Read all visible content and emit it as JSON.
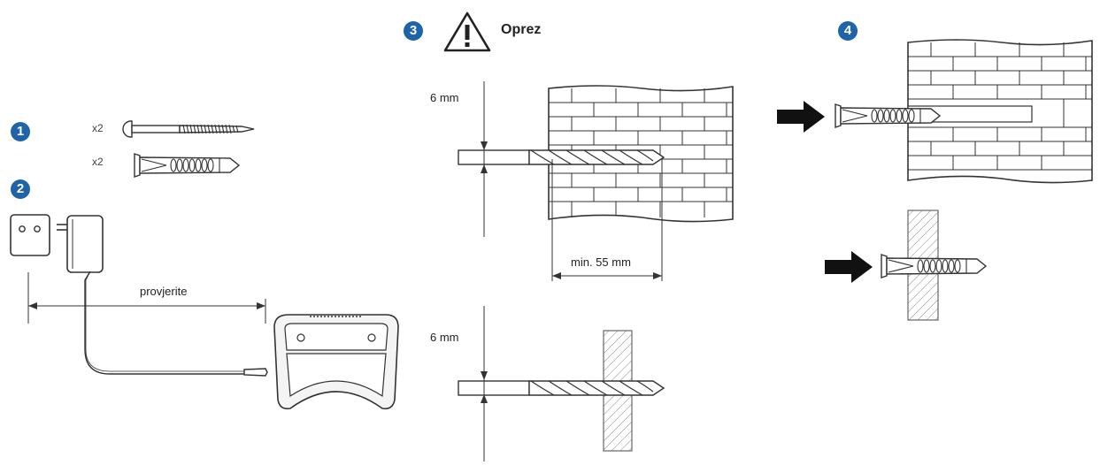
{
  "steps": {
    "s1": "1",
    "s2": "2",
    "s3": "3",
    "s4": "4"
  },
  "parts": {
    "screw_qty": "x2",
    "dowel_qty": "x2"
  },
  "labels": {
    "check": "provjerite",
    "caution": "Oprez",
    "bit_dia_top": "6 mm",
    "bit_dia_bottom": "6 mm",
    "min_depth": "min. 55 mm"
  },
  "colors": {
    "step_badge": "#1f64a8",
    "line": "#333333",
    "arrow": "#111111"
  },
  "icons": [
    "warning-triangle-icon",
    "screw-icon",
    "wall-plug-icon",
    "wall-plug-adapter-icon",
    "power-adapter-icon",
    "drill-bit-icon",
    "brick-wall-icon",
    "arrow-right-icon"
  ]
}
